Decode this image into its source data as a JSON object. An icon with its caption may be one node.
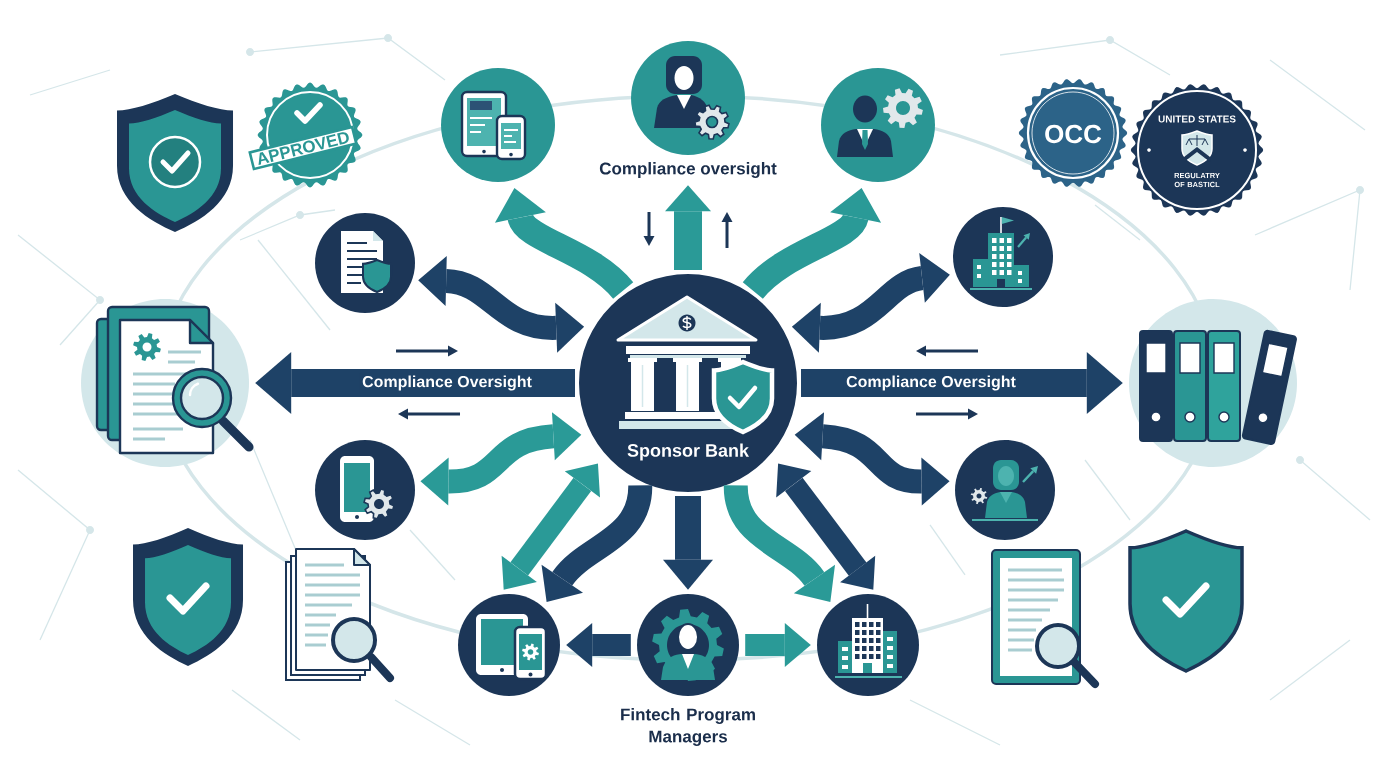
{
  "diagram": {
    "nodes": [
      {
        "text": [],
        "shape": "circle"
      },
      {
        "text": [],
        "shape": "circle",
        "beside": [
          "Compliance oversight"
        ]
      },
      {
        "text": [],
        "shape": "circle"
      },
      {
        "text": [],
        "shape": "circle"
      },
      {
        "text": [],
        "shape": "circle"
      },
      {
        "text": [],
        "shape": "picture"
      },
      {
        "text": [
          "Sponsor Bank"
        ]
      },
      {
        "text": [],
        "shape": "picture"
      },
      {
        "text": [],
        "shape": "circle"
      },
      {
        "text": [],
        "shape": "circle"
      },
      {
        "text": [],
        "shape": "circle"
      },
      {
        "text": [],
        "shape": "circle",
        "beside": [
          "Fintech Program Managers"
        ]
      },
      {
        "text": [],
        "shape": "circle"
      }
    ],
    "edges": [
      {
        "from": 6,
        "to": 0,
        "arrow": "to",
        "color": "#2a9a97"
      },
      {
        "from": 6,
        "to": 1,
        "arrow": "to",
        "color": "#2a9a97"
      },
      {
        "from": 6,
        "to": 2,
        "arrow": "to",
        "color": "#2a9a97"
      },
      {
        "from": 6,
        "to": 3,
        "arrow": "both"
      },
      {
        "from": 6,
        "to": 4,
        "arrow": "both"
      },
      {
        "from": 6,
        "to": 5,
        "arrow": "to",
        "label": "Compliance Oversight"
      },
      {
        "from": 6,
        "to": 7,
        "arrow": "to",
        "label": "Compliance Oversight"
      },
      {
        "from": 6,
        "to": 8,
        "arrow": "both",
        "color": "#2a9a97"
      },
      {
        "from": 6,
        "to": 9,
        "arrow": "both"
      },
      {
        "from": 6,
        "to": 10,
        "arrow": "both",
        "color": "#2a9a97"
      },
      {
        "from": 6,
        "to": 10,
        "arrow": "to"
      },
      {
        "from": 6,
        "to": 11,
        "arrow": "to"
      },
      {
        "from": 6,
        "to": 12,
        "arrow": "to",
        "color": "#2a9a97"
      },
      {
        "from": 6,
        "to": 12,
        "arrow": "both"
      },
      {
        "from": 11,
        "to": 10,
        "arrow": "to"
      },
      {
        "from": 11,
        "to": 12,
        "arrow": "to",
        "color": "#2a9a97"
      }
    ],
    "labels": [
      "APPROVED",
      "OCC",
      "UNITED STATES",
      "REGULATRY OF BASTICL"
    ]
  }
}
